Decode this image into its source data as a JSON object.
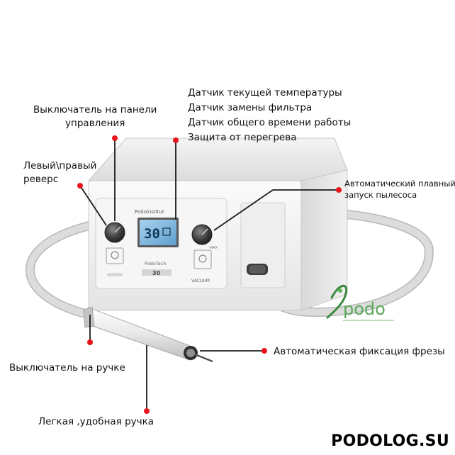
{
  "labels": {
    "sensors": [
      "Датчик текущей температуры",
      "Датчик замены фильтра",
      "Датчик общего времени работы",
      "Защита от перегрева"
    ],
    "panel_switch_line1": "Выключатель на панели",
    "panel_switch_line2": "управления",
    "reverse_line1": "Левый\\правый",
    "reverse_line2": "реверс",
    "vacuum_line1": "Автоматический плавный",
    "vacuum_line2": "запуск пылесоса",
    "bur_fix": "Автоматическая фиксация фрезы",
    "handle_switch": "Выключатель на ручке",
    "handle": "Легкая ,удобная ручка"
  },
  "device": {
    "brand_top": "Podoinstitut",
    "display_value": "30",
    "model": "PodoTech",
    "model_number": "30",
    "vacuum": "VACUUM",
    "max": "MAX"
  },
  "logo_text": "podo",
  "watermark": "PODOLOG.SU",
  "colors": {
    "marker": "#e8141b",
    "leader": "#1a1a1a",
    "screen": "#7fb6dd"
  }
}
